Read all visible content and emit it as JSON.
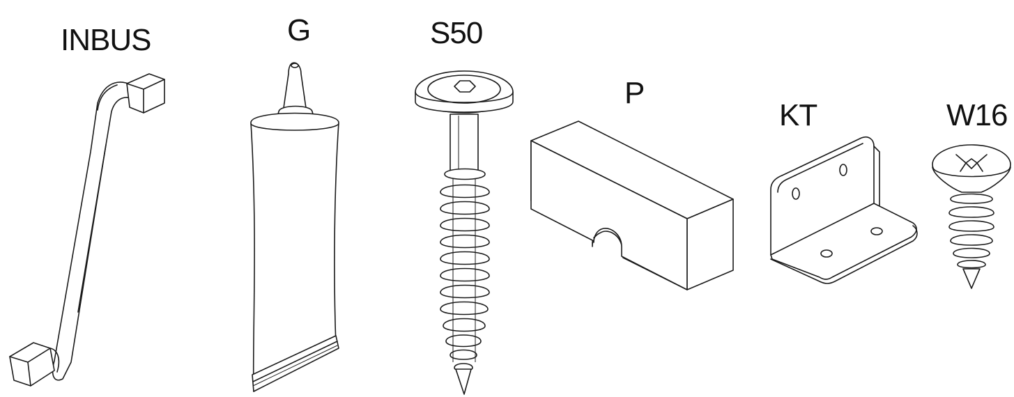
{
  "parts": [
    {
      "id": "inbus",
      "label": "INBUS",
      "icon": "hex-key-icon"
    },
    {
      "id": "g",
      "label": "G",
      "icon": "glue-tube-icon"
    },
    {
      "id": "s50",
      "label": "S50",
      "icon": "wood-screw-icon"
    },
    {
      "id": "p",
      "label": "P",
      "icon": "wood-block-icon"
    },
    {
      "id": "kt",
      "label": "KT",
      "icon": "angle-bracket-icon"
    },
    {
      "id": "w16",
      "label": "W16",
      "icon": "countersunk-screw-icon"
    }
  ]
}
